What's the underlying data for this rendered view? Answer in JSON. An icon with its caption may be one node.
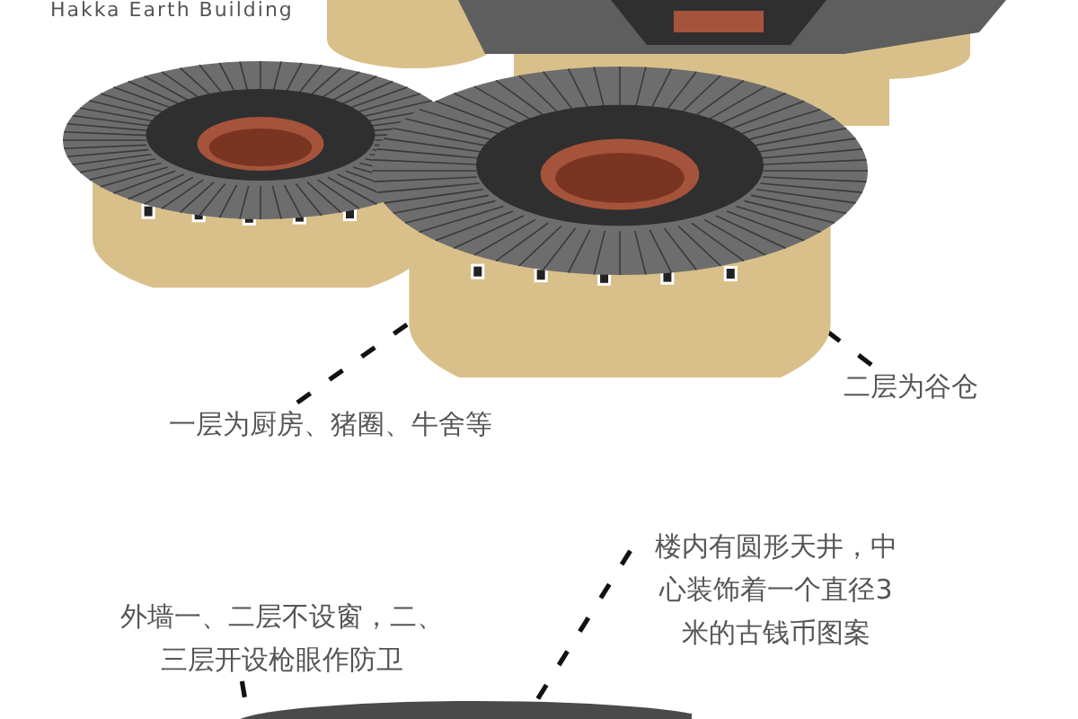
{
  "diagram": {
    "title": "Hakka Earth Building",
    "nodes": [
      {
        "text": [],
        "shape": "picture"
      },
      {
        "text": [
          "一层为厨房、猪圈、牛舍等"
        ]
      },
      {
        "text": [
          "二层为谷仓"
        ]
      },
      {
        "text": [
          "楼内有圆形天井，中心装饰着一个直径3米的古钱币图案"
        ]
      },
      {
        "text": [
          "外墙一、二层不设窗，二、三层开设枪眼作防卫"
        ]
      },
      {
        "text": [],
        "shape": "circle"
      }
    ],
    "edges": [
      {
        "from": 1,
        "to": 0,
        "arrow": "none",
        "style": "dashed"
      },
      {
        "from": 2,
        "to": 0,
        "arrow": "none",
        "style": "dashed"
      },
      {
        "from": 3,
        "to": 5,
        "arrow": "none",
        "style": "dashed"
      },
      {
        "from": 4,
        "to": 5,
        "arrow": "none",
        "style": "dashed"
      }
    ]
  }
}
